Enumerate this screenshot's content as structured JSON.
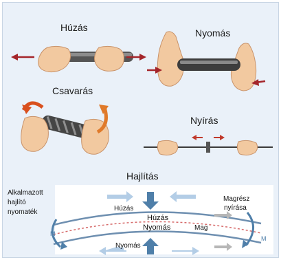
{
  "labels": {
    "tension": "Húzás",
    "compression": "Nyomás",
    "torsion": "Csavarás",
    "shear": "Nyírás",
    "bending": "Hajlítás"
  },
  "bending_diagram": {
    "applied_moment": [
      "Alkalmazott",
      "hajlító",
      "nyomaték"
    ],
    "tension_top": "Húzás",
    "tension_center": "Húzás",
    "compression_center": "Nyomás",
    "compression_bottom": "Nyomás",
    "core": "Mag",
    "core_shear": [
      "Magrész",
      "nyírása"
    ],
    "moment_symbol": "M"
  },
  "colors": {
    "background": "#eaf1f9",
    "force_arrow": "#a4252a",
    "shear_arrow": "#c0392b",
    "beam_gray": "#4a4a4a",
    "blue_arrow": "#4f7fa9",
    "light_blue_arrow": "#a9c6e2",
    "neutral_line": "#d66a6a",
    "moment_arrow": "#4f7fa9",
    "skin": "#f2c9a0"
  }
}
